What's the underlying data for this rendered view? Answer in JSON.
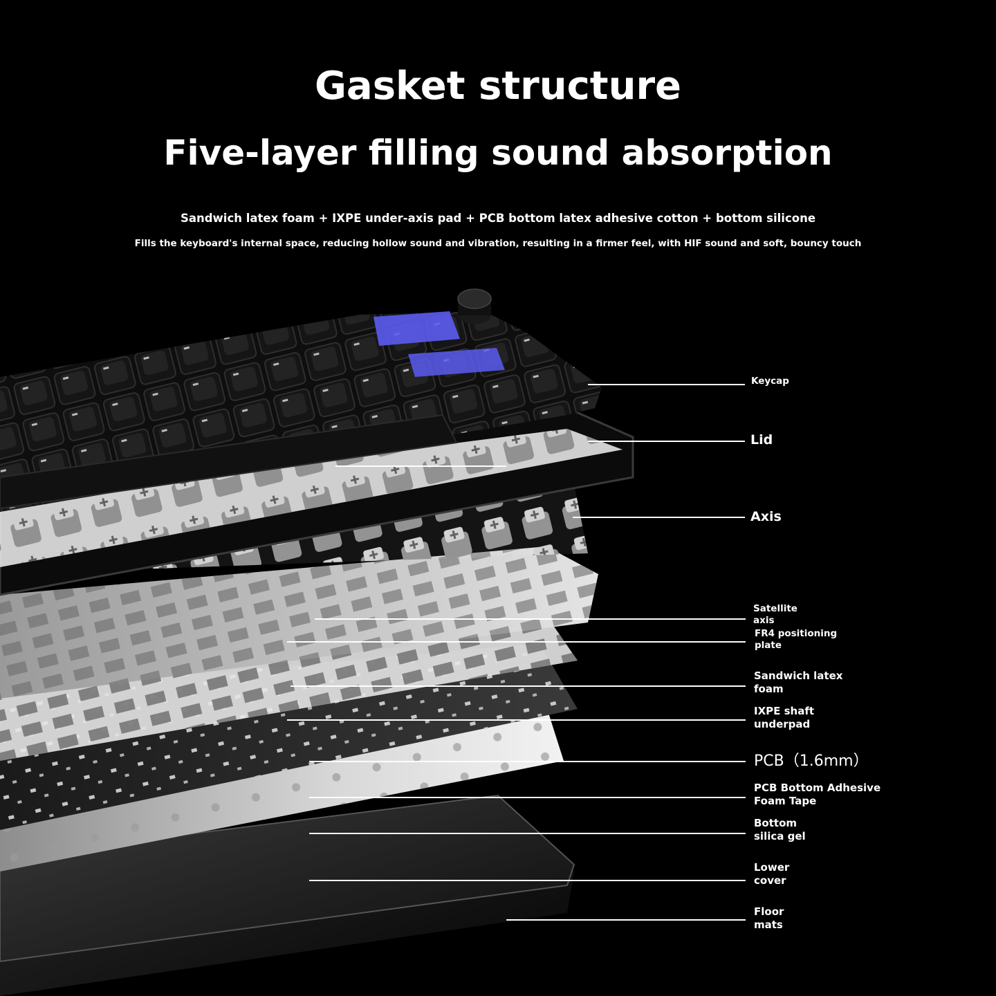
{
  "header": {
    "title": "Gasket structure",
    "subtitle": "Five-layer filling sound absorption",
    "composition": "Sandwich latex foam + IXPE under-axis pad + PCB bottom latex adhesive cotton + bottom silicone",
    "description": "Fills the keyboard's internal space, reducing hollow sound and vibration, resulting in a firmer feel, with HIF sound and soft, bouncy touch"
  },
  "layers": [
    {
      "label": "Keycap"
    },
    {
      "label": "Lid"
    },
    {
      "label": "Axis"
    },
    {
      "label": "Satellite\naxis"
    },
    {
      "label": "FR4 positioning\nplate"
    },
    {
      "label": "Sandwich latex\nfoam"
    },
    {
      "label": "IXPE shaft\nunderpad"
    },
    {
      "label": "PCB（1.6mm）"
    },
    {
      "label": "PCB Bottom Adhesive\nFoam Tape"
    },
    {
      "label": "Bottom\nsilica gel"
    },
    {
      "label": "Lower\ncover"
    },
    {
      "label": "Floor\nmats"
    }
  ],
  "colors": {
    "background": "#000000",
    "text": "#ffffff",
    "accent_translucent_key": "#5b5cf0"
  }
}
